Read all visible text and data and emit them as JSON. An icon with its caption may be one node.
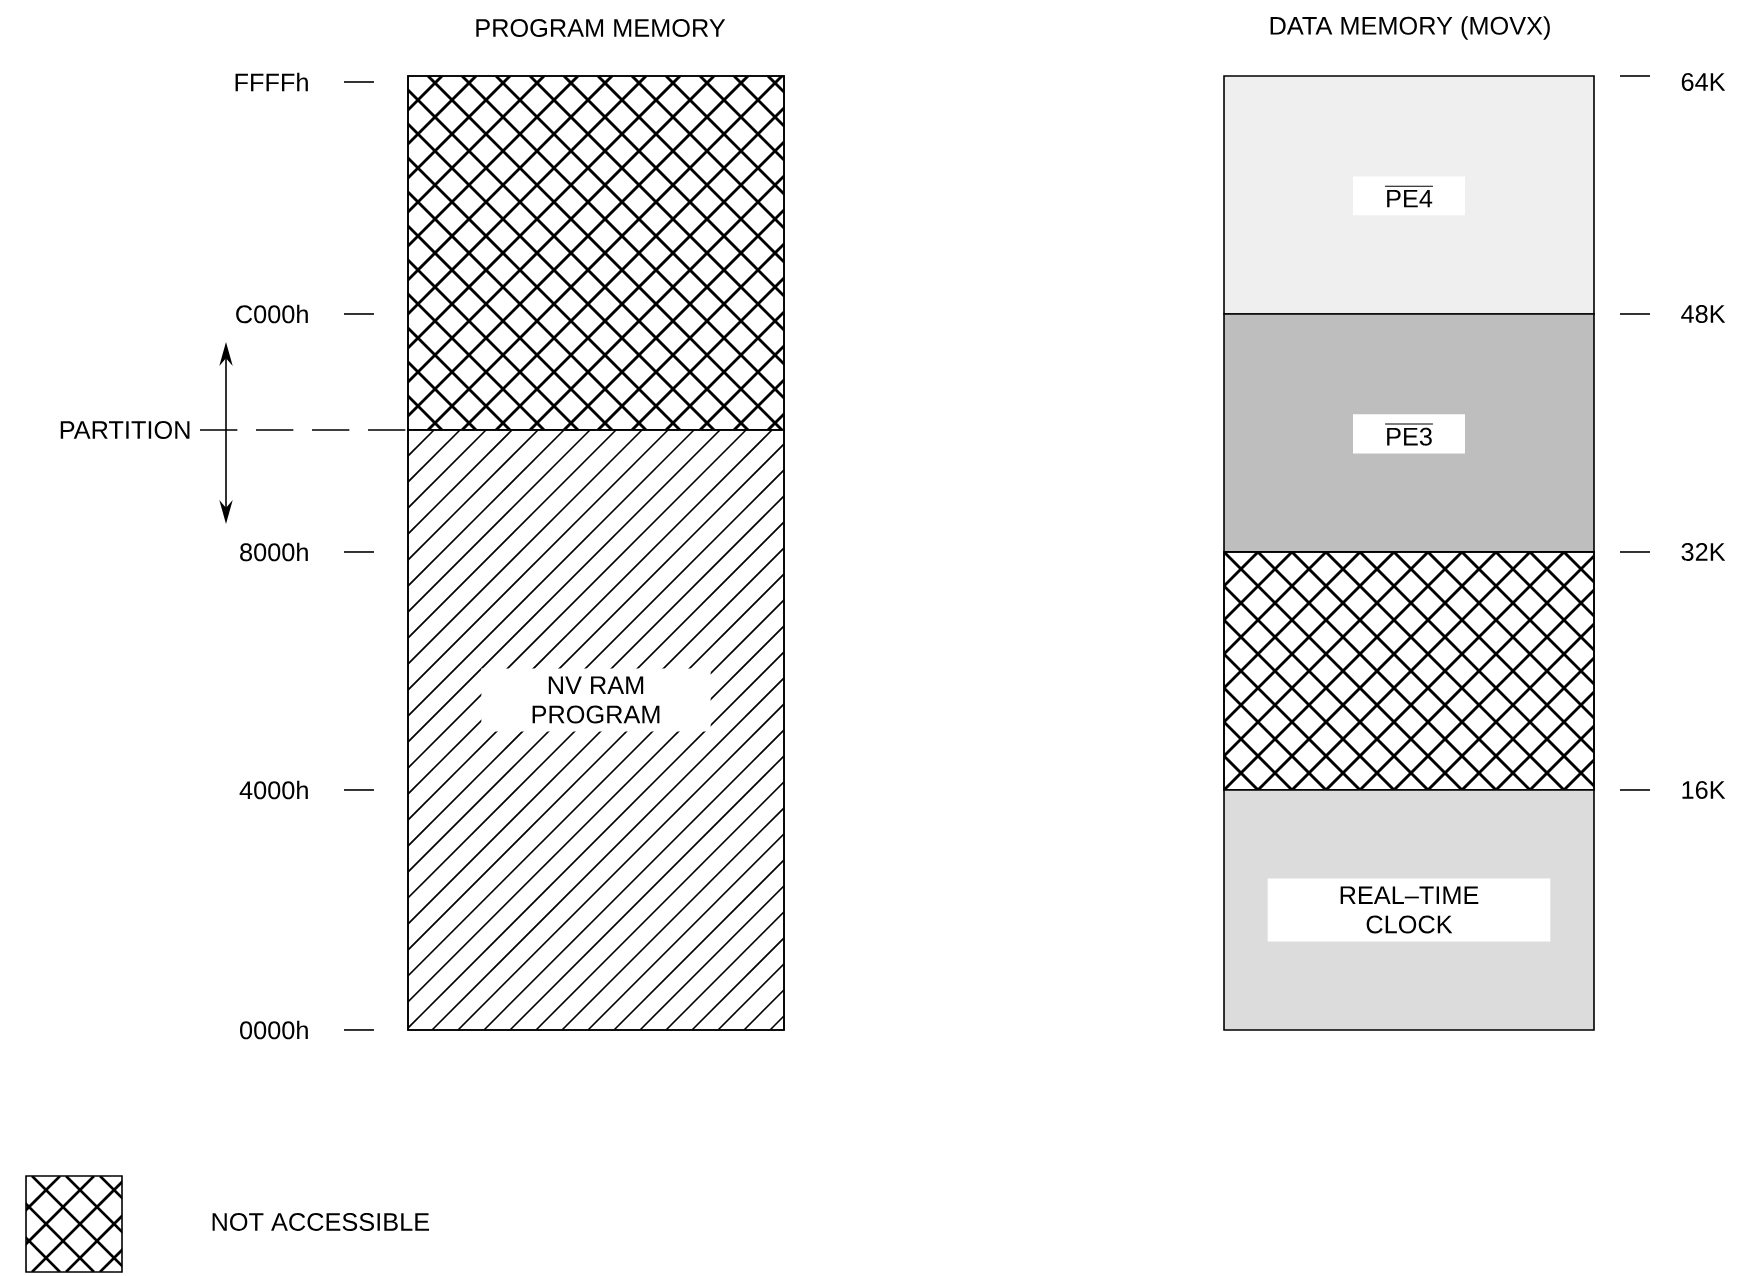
{
  "diagram": {
    "nodes": [
      {
        "text": [],
        "shape": "box"
      },
      {
        "text": [
          "NV RAM PROGRAM"
        ]
      },
      {
        "text": [
          "\\overline{\\mbox{PE4}}"
        ]
      },
      {
        "text": [
          "\\overline{\\mbox{PE3}}"
        ]
      },
      {
        "text": [],
        "shape": "box"
      },
      {
        "text": [
          "REAL–TIME CLOCK"
        ]
      }
    ],
    "labels": [
      "PROGRAM MEMORY",
      "DATA MEMORY (MOVX)",
      "FFFFh",
      "64K",
      "C000h",
      "48K",
      "PARTITION",
      "8000h",
      "32K",
      "4000h",
      "16K",
      "0000h"
    ],
    "legend": [
      {
        "text": "NOT ACCESSIBLE"
      }
    ]
  }
}
